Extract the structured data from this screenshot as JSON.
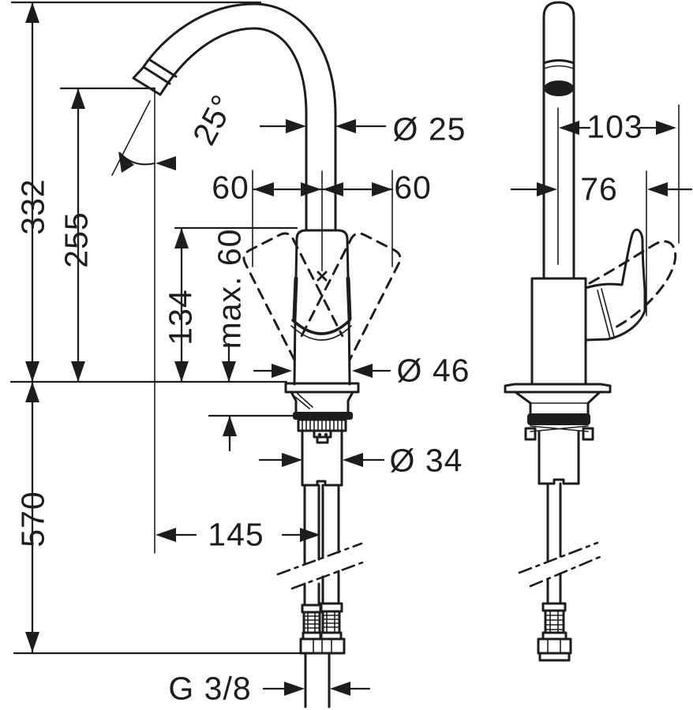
{
  "canvas": {
    "background": "#ffffff",
    "ink": "#1d1d1d"
  },
  "labels": {
    "overall_height": "332",
    "outlet_height": "255",
    "body_height": "134",
    "max_deck_thickness": "max. 60",
    "under_counter_length": "570",
    "spout_angle": "25°",
    "spout_pipe_diameter": "Ø 25",
    "swivel_left": "60",
    "swivel_right": "60",
    "body_diameter": "Ø 46",
    "shank_diameter": "Ø 34",
    "spout_reach": "145",
    "hose_thread": "G 3/8",
    "handle_reach_open": "103",
    "handle_reach_closed": "76"
  }
}
